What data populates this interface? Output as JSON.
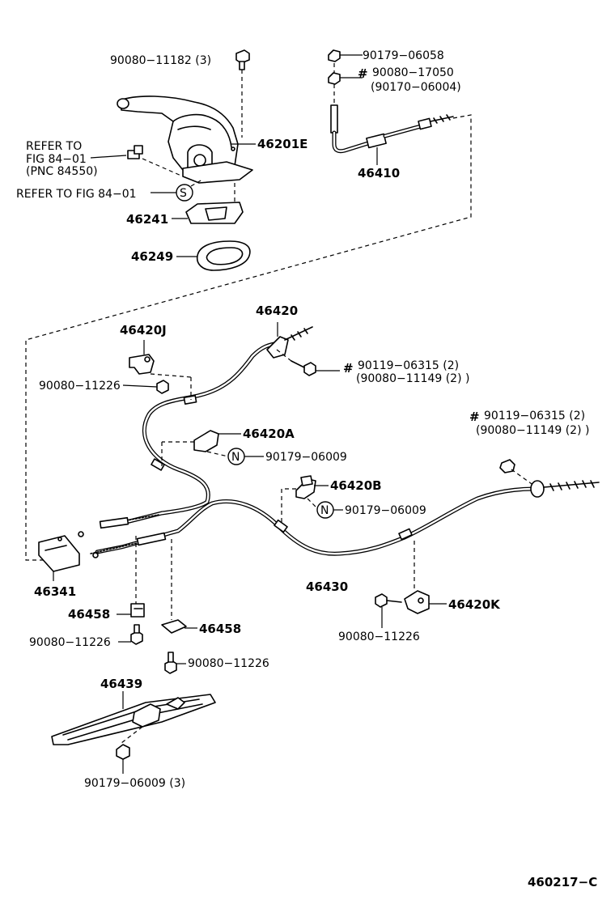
{
  "labels": {
    "bolt_top": "90080−11182 (3)",
    "nut_top": "90179−06058",
    "hash_1": "#",
    "nut_alt_1": "90080−17050",
    "nut_alt_2": "(90170−06004)",
    "lever": "46201E",
    "refer1_line1": "REFER TO",
    "refer1_line2": "FIG 84−01",
    "refer1_line3": "(PNC 84550)",
    "refer2": "REFER TO FIG 84−01",
    "s_mark": "S",
    "cable_front": "46410",
    "cover": "46241",
    "boot": "46249",
    "cable_no2": "46420",
    "clamp_j": "46420J",
    "hash_2": "#",
    "bolt_a1": "90119−06315 (2)",
    "bolt_a2": "(90080−11149 (2) )",
    "bolt_j": "90080−11226",
    "clamp_a": "46420A",
    "n_mark_1": "N",
    "nut_a": "90179−06009",
    "hash_3": "#",
    "bolt_b1": "90119−06315 (2)",
    "bolt_b2": "(90080−11149 (2) )",
    "clamp_b": "46420B",
    "n_mark_2": "N",
    "nut_b": "90179−06009",
    "equalizer": "46341",
    "cable_no3": "46430",
    "clip1": "46458",
    "bolt_c1": "90080−11226",
    "clip2": "46458",
    "bolt_c2": "90080−11226",
    "clamp_k": "46420K",
    "bolt_k": "90080−11226",
    "plate": "46439",
    "nut_plate": "90179−06009 (3)",
    "figure_code": "460217−C"
  }
}
